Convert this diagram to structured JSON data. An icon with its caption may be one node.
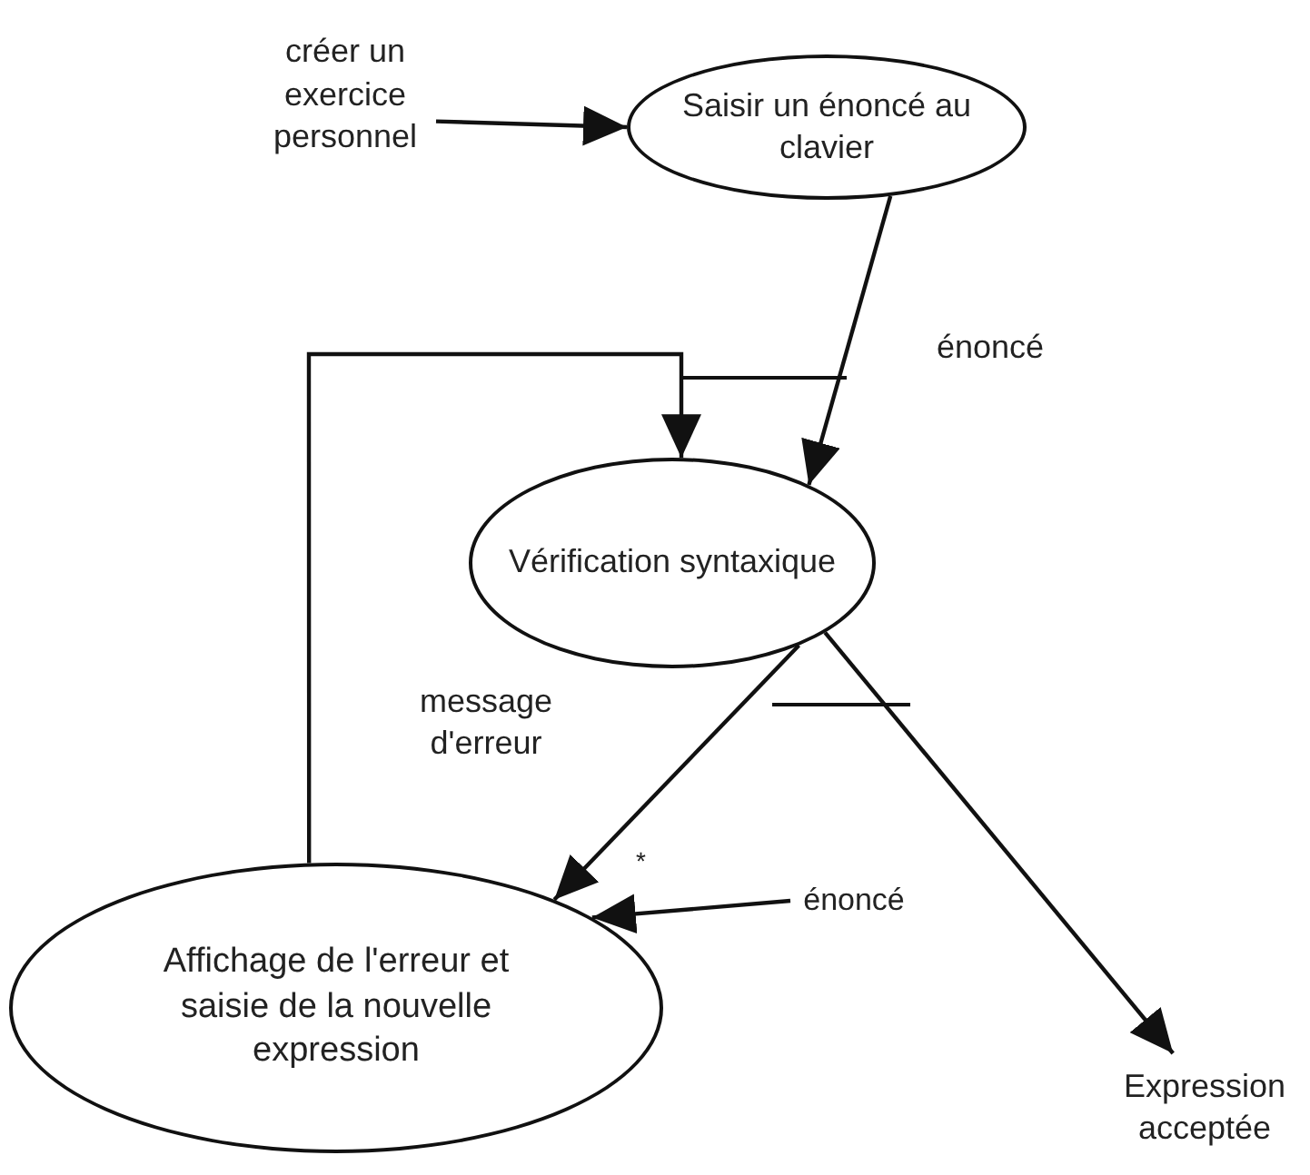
{
  "diagram": {
    "nodes": [
      {
        "text": [
          "créer un exercice personnel"
        ]
      },
      {
        "text": [
          "Saisir un énoncé au clavier"
        ]
      },
      {
        "text": [
          "Vérification syntaxique"
        ]
      },
      {
        "text": [
          "Affichage de l'erreur et saisie de la nouvelle expression"
        ]
      },
      {
        "text": [
          "Expression acceptée"
        ]
      },
      {
        "text": [
          "énoncé"
        ]
      }
    ],
    "edges": [
      {
        "from": 0,
        "to": 1,
        "arrow": "to"
      },
      {
        "from": 1,
        "to": 2,
        "arrow": "to",
        "label": "énoncé"
      },
      {
        "from": 3,
        "to": 2,
        "arrow": "to"
      },
      {
        "from": 2,
        "to": 3,
        "arrow": "to",
        "label": "message d'erreur"
      },
      {
        "from": 5,
        "to": 3,
        "arrow": "to"
      },
      {
        "from": 2,
        "to": 4,
        "arrow": "to"
      }
    ],
    "labels": [
      "*"
    ]
  }
}
